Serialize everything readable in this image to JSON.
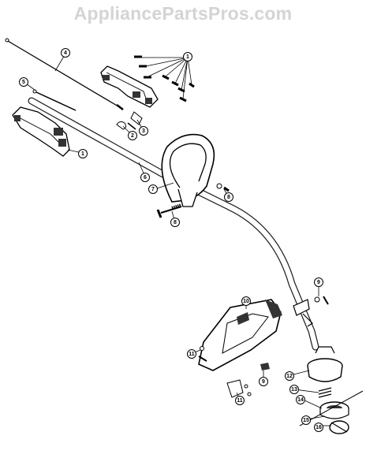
{
  "watermark": {
    "text": "AppliancePartsPros.com"
  },
  "diagram": {
    "callouts": [
      {
        "id": "c1a",
        "label": "1"
      },
      {
        "id": "c1b",
        "label": "1"
      },
      {
        "id": "c2",
        "label": "2"
      },
      {
        "id": "c3",
        "label": "3"
      },
      {
        "id": "c4",
        "label": "4"
      },
      {
        "id": "c5",
        "label": "5"
      },
      {
        "id": "c6",
        "label": "6"
      },
      {
        "id": "c7",
        "label": "7"
      },
      {
        "id": "c8a",
        "label": "8"
      },
      {
        "id": "c8b",
        "label": "8"
      },
      {
        "id": "c9a",
        "label": "9"
      },
      {
        "id": "c9b",
        "label": "9"
      },
      {
        "id": "c10",
        "label": "10"
      },
      {
        "id": "c11a",
        "label": "11"
      },
      {
        "id": "c11b",
        "label": "11"
      },
      {
        "id": "c12",
        "label": "12"
      },
      {
        "id": "c13",
        "label": "13"
      },
      {
        "id": "c14",
        "label": "14"
      },
      {
        "id": "c15",
        "label": "15"
      },
      {
        "id": "c16",
        "label": "16"
      }
    ]
  }
}
